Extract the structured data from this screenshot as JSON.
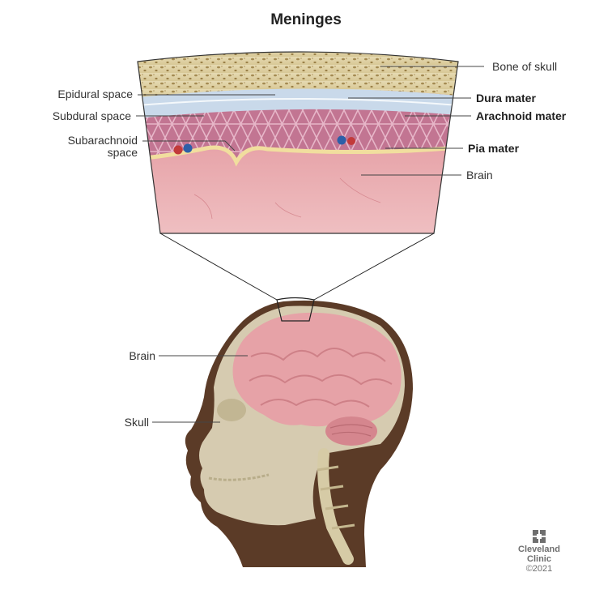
{
  "title": "Meninges",
  "labels": {
    "bone_of_skull": "Bone of skull",
    "epidural_space": "Epidural space",
    "dura_mater": "Dura mater",
    "subdural_space": "Subdural space",
    "arachnoid_mater": "Arachnoid mater",
    "subarachnoid_line1": "Subarachnoid",
    "subarachnoid_line2": "space",
    "pia_mater": "Pia mater",
    "brain_detail": "Brain",
    "brain_head": "Brain",
    "skull": "Skull"
  },
  "logo": {
    "line1": "Cleveland",
    "line2": "Clinic",
    "year": "©2021",
    "icon": "cleveland-clinic-cross-icon"
  },
  "colors": {
    "bone": "#ded0a4",
    "dura": "#c8d7e8",
    "arachnoid": "#c77b96",
    "pia": "#f0dc9c",
    "brain": "#d9878e",
    "skin": "#5a3a26",
    "leader": "#444444"
  }
}
